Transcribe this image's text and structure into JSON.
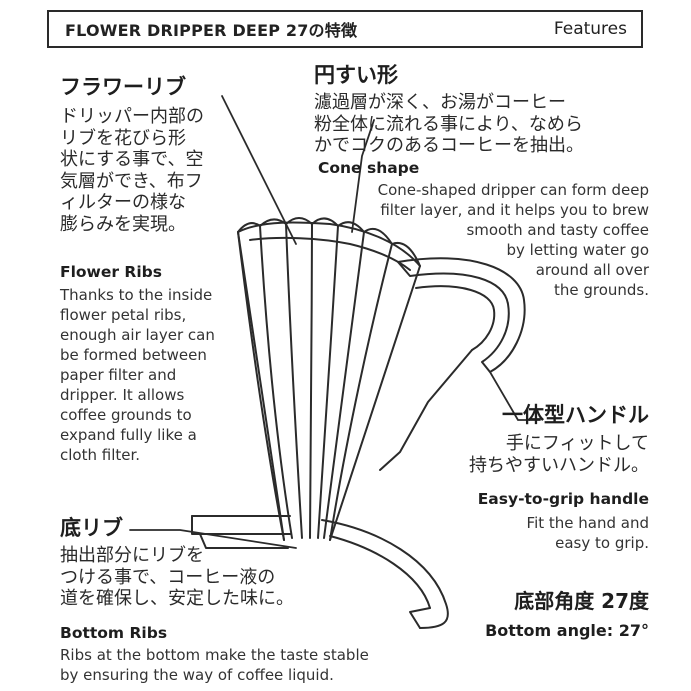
{
  "header": {
    "title": "FLOWER DRIPPER DEEP 27の特徴",
    "features": "Features"
  },
  "flower_ribs": {
    "title_jp": "フラワーリブ",
    "body_jp": [
      "ドリッパー内部の",
      "リブを花びら形",
      "状にする事で、空",
      "気層ができ、布フ",
      "ィルターの様な",
      "膨らみを実現。"
    ],
    "title_en": "Flower Ribs",
    "body_en": [
      "Thanks to the inside",
      "flower petal ribs,",
      "enough air layer can",
      "be formed between",
      "paper filter and",
      "dripper. It allows",
      "coffee grounds to",
      "expand fully like a",
      "cloth filter."
    ]
  },
  "cone_shape": {
    "title_jp": "円すい形",
    "body_jp": [
      "濾過層が深く、お湯がコーヒー",
      "粉全体に流れる事により、なめら",
      "かでコクのあるコーヒーを抽出。"
    ],
    "title_en": "Cone shape",
    "body_en": [
      "Cone-shaped dripper can form deep",
      "filter layer, and it helps you to brew",
      "smooth and tasty coffee",
      "by letting water go",
      "around all over",
      "the grounds."
    ]
  },
  "handle": {
    "title_jp": "一体型ハンドル",
    "body_jp": [
      "手にフィットして",
      "持ちやすいハンドル。"
    ],
    "title_en": "Easy-to-grip handle",
    "body_en": [
      "Fit the hand and",
      "easy to grip."
    ]
  },
  "bottom_ribs": {
    "title_jp": "底リブ",
    "body_jp": [
      "抽出部分にリブを",
      "つける事で、コーヒー液の",
      "道を確保し、安定した味に。"
    ],
    "title_en": "Bottom Ribs",
    "body_en": [
      "Ribs at the bottom make the taste stable",
      "by ensuring the way of coffee liquid."
    ]
  },
  "bottom_angle": {
    "title_jp": "底部角度 27度",
    "title_en": "Bottom angle: 27°"
  }
}
